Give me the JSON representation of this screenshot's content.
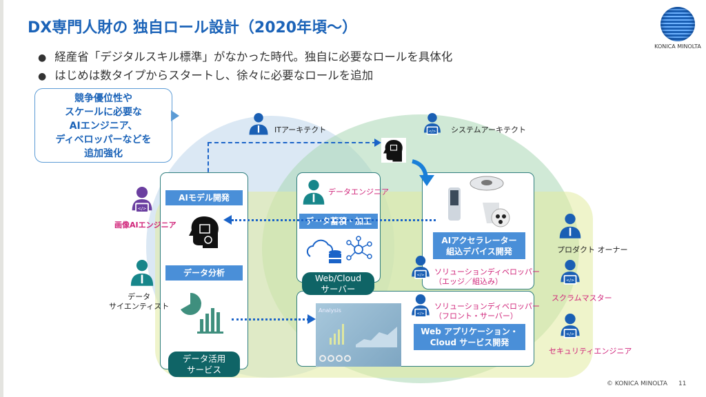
{
  "title": "DX専門人財の 独自ロール設計（2020年頃～）",
  "logo": {
    "text": "KONICA MINOLTA"
  },
  "bullets": [
    "経産省「デジタルスキル標準」がなかった時代。独自に必要なロールを具体化",
    "はじめは数タイプからスタートし、徐々に必要なロールを追加"
  ],
  "callout": "競争優位性や\nスケールに必要な\nAIエンジニア、\nディベロッパーなどを\n追加強化",
  "roles": {
    "it_architect": "ITアーキテクト",
    "system_architect": "システムアーキテクト",
    "image_ai_engineer": "画像AIエンジニア",
    "data_scientist": "データ\nサイエンティスト",
    "data_engineer": "データエンジニア",
    "solution_dev_edge": "ソリューションディベロッパー\n（エッジ／組込み）",
    "solution_dev_front": "ソリューションディベロッパー\n（フロント・サーバー）",
    "product_owner": "プロダクト オーナー",
    "scrum_master": "スクラムマスター",
    "security_engineer": "セキュリティエンジニア"
  },
  "areas": {
    "ai_model": "AIモデル開発",
    "data_analysis": "データ分析",
    "data_service": "データ活用\nサービス",
    "data_storage": "データ蓄積・加工",
    "web_cloud": "Web/Cloud\nサーバー",
    "ai_accelerator": "AIアクセラレーター\n組込デバイス開発",
    "web_app": "Web アプリケーション・\nCloud サービス開発"
  },
  "dashboard_label": "Analysis",
  "footer": {
    "copyright": "© KONICA MINOLTA",
    "page": "11"
  },
  "colors": {
    "title": "#1b63b8",
    "bar": "#4a8fd8",
    "pill": "#0f6466",
    "pink": "#d0257a"
  }
}
